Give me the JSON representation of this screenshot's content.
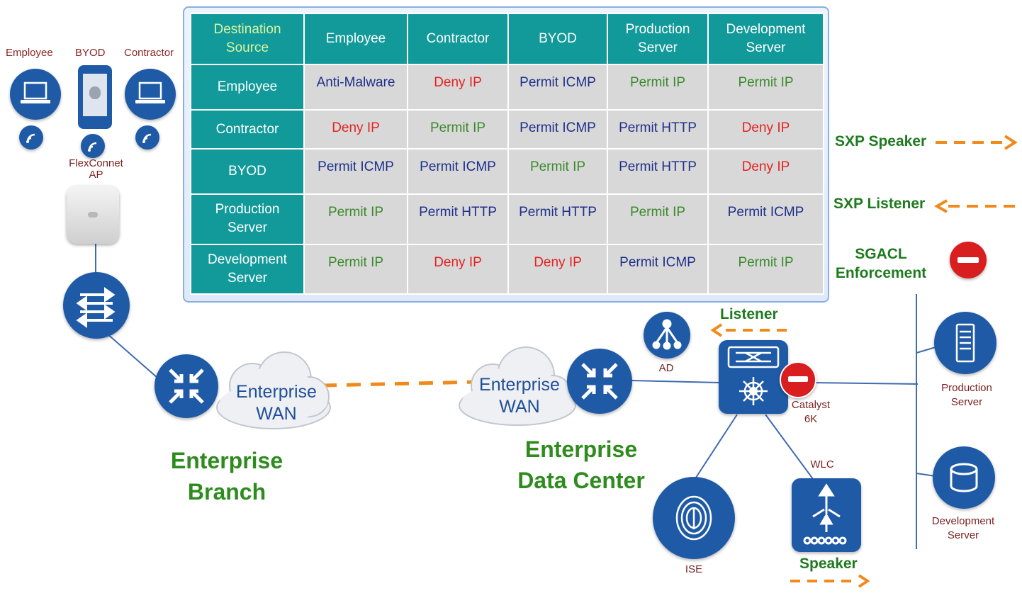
{
  "matrix": {
    "corner": [
      "Destination",
      "Source"
    ],
    "columns": [
      [
        "Employee"
      ],
      [
        "Contractor"
      ],
      [
        "BYOD"
      ],
      [
        "Production",
        "Server"
      ],
      [
        "Development",
        "Server"
      ]
    ],
    "rows": [
      {
        "source": [
          "Employee"
        ],
        "cells": [
          "Anti-Malware",
          "Deny IP",
          "Permit ICMP",
          "Permit IP",
          "Permit IP"
        ]
      },
      {
        "source": [
          "Contractor"
        ],
        "cells": [
          "Deny IP",
          "Permit IP",
          "Permit ICMP",
          "Permit HTTP",
          "Deny IP"
        ]
      },
      {
        "source": [
          "BYOD"
        ],
        "cells": [
          "Permit ICMP",
          "Permit ICMP",
          "Permit IP",
          "Permit HTTP",
          "Deny IP"
        ]
      },
      {
        "source": [
          "Production",
          "Server"
        ],
        "cells": [
          "Permit IP",
          "Permit HTTP",
          "Permit HTTP",
          "Permit IP",
          "Permit ICMP"
        ]
      },
      {
        "source": [
          "Development",
          "Server"
        ],
        "cells": [
          "Permit IP",
          "Deny IP",
          "Deny IP",
          "Permit ICMP",
          "Permit IP"
        ]
      }
    ],
    "cell_colors": {
      "deny": "#e52222",
      "permit_ip": "#3a8a2a",
      "other": "#1e2f8a"
    }
  },
  "branch": {
    "employee_label": "Employee",
    "byod_label": "BYOD",
    "contractor_label": "Contractor",
    "ap_label": [
      "FlexConnet",
      "AP"
    ],
    "wan_label": [
      "Enterprise",
      "WAN"
    ],
    "site_label": [
      "Enterprise",
      "Branch"
    ]
  },
  "datacenter": {
    "wan_label": [
      "Enterprise",
      "WAN"
    ],
    "site_label": [
      "Enterprise",
      "Data Center"
    ],
    "ad_label": "AD",
    "catalyst_label": [
      "Catalyst",
      "6K"
    ],
    "ise_label": "ISE",
    "wlc_label": "WLC",
    "listener_label": "Listener",
    "speaker_label": "Speaker",
    "production_label": [
      "Production",
      "Server"
    ],
    "development_label": [
      "Development",
      "Server"
    ]
  },
  "legend": {
    "sxp_speaker": "SXP Speaker",
    "sxp_listener": "SXP Listener",
    "sgacl": [
      "SGACL",
      "Enforcement"
    ]
  },
  "colors": {
    "icon_blue": "#1f5aa6",
    "teal": "#129a9a",
    "accent_orange": "#f08a1c",
    "enforcement_red": "#d81e1e",
    "site_green": "#2e8b1e"
  }
}
